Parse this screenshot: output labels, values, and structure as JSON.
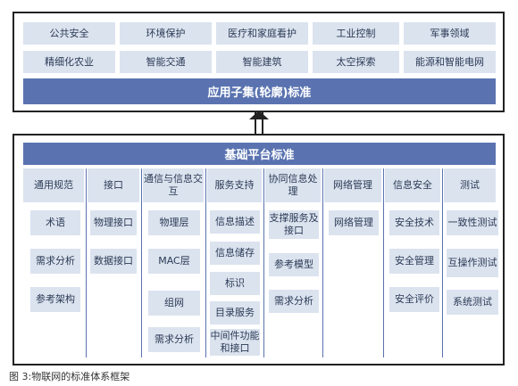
{
  "application_layer": {
    "title": "应用子集(轮廓)标准",
    "row1": [
      "公共安全",
      "环境保护",
      "医疗和家庭看护",
      "工业控制",
      "军事领域"
    ],
    "row2": [
      "精细化农业",
      "智能交通",
      "智能建筑",
      "太空探索",
      "能源和智能电网"
    ]
  },
  "platform_layer": {
    "title": "基础平台标准",
    "columns": [
      {
        "header": "通用规范",
        "items": [
          "术语",
          "需求分析",
          "参考架构"
        ]
      },
      {
        "header": "接口",
        "items": [
          "物理接口",
          "数据接口"
        ]
      },
      {
        "header": "通信与信息交互",
        "items": [
          "物理层",
          "MAC层",
          "组网",
          "需求分析"
        ]
      },
      {
        "header": "服务支持",
        "items": [
          "信息描述",
          "信息储存",
          "标识",
          "目录服务",
          "中间件功能和接口"
        ]
      },
      {
        "header": "协同信息处理",
        "items": [
          "支撑服务及接口",
          "参考模型",
          "需求分析"
        ]
      },
      {
        "header": "网络管理",
        "items": [
          "网络管理"
        ]
      },
      {
        "header": "信息安全",
        "items": [
          "安全技术",
          "安全管理",
          "安全评价"
        ]
      },
      {
        "header": "测试",
        "items": [
          "一致性测试",
          "互操作测试",
          "系统测试"
        ]
      }
    ]
  },
  "caption": "图 3:物联网的标准体系框架"
}
